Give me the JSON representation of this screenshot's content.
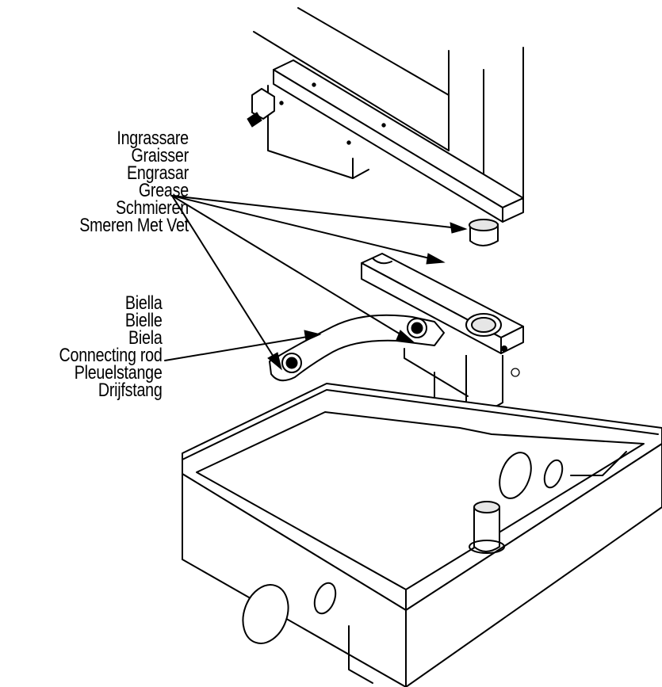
{
  "grease_labels": [
    "Ingrassare",
    "Graisser",
    "Engrasar",
    "Grease",
    "Schmieren",
    "Smeren Met Vet"
  ],
  "rod_labels": [
    "Biella",
    "Bielle",
    "Biela",
    "Connecting rod",
    "Pleuelstange",
    "Drijfstang"
  ],
  "colors": {
    "line": "#000000",
    "background": "#ffffff",
    "shade": "#e6e6e6"
  }
}
